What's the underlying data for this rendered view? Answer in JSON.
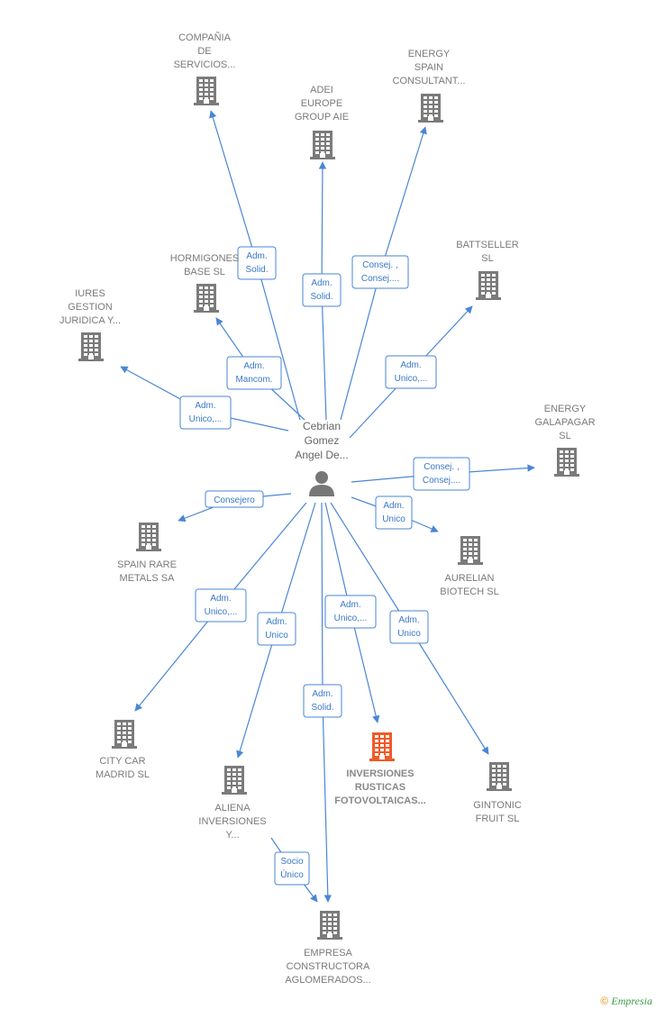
{
  "center": {
    "label_lines": [
      "Cebrian",
      "Gomez",
      "Angel De..."
    ],
    "icon": "person-icon"
  },
  "colors": {
    "edge": "#4a86d4",
    "building": "#7b7b7b",
    "building_focus": "#f05a28",
    "label": "#7a7a7a"
  },
  "nodes": [
    {
      "id": "compania",
      "label_lines": [
        "COMPAÑIA",
        "DE",
        "SERVICIOS..."
      ],
      "focus": false
    },
    {
      "id": "adei",
      "label_lines": [
        "ADEI",
        "EUROPE",
        "GROUP AIE"
      ],
      "focus": false
    },
    {
      "id": "energy_spain",
      "label_lines": [
        "ENERGY",
        "SPAIN",
        "CONSULTANT..."
      ],
      "focus": false
    },
    {
      "id": "hormigones",
      "label_lines": [
        "HORMIGONES",
        "BASE  SL"
      ],
      "focus": false
    },
    {
      "id": "battseller",
      "label_lines": [
        "BATTSELLER",
        "SL"
      ],
      "focus": false
    },
    {
      "id": "iures",
      "label_lines": [
        "IURES",
        "GESTION",
        "JURIDICA Y..."
      ],
      "focus": false
    },
    {
      "id": "energy_galapagar",
      "label_lines": [
        "ENERGY",
        "GALAPAGAR",
        "SL"
      ],
      "focus": false
    },
    {
      "id": "spain_rare",
      "label_lines": [
        "SPAIN RARE",
        "METALS SA"
      ],
      "focus": false
    },
    {
      "id": "aurelian",
      "label_lines": [
        "AURELIAN",
        "BIOTECH  SL"
      ],
      "focus": false
    },
    {
      "id": "city_car",
      "label_lines": [
        "CITY CAR",
        "MADRID SL"
      ],
      "focus": false
    },
    {
      "id": "aliena",
      "label_lines": [
        "ALIENA",
        "INVERSIONES",
        "Y..."
      ],
      "focus": false
    },
    {
      "id": "inversiones",
      "label_lines": [
        "INVERSIONES",
        "RUSTICAS",
        "FOTOVOLTAICAS..."
      ],
      "focus": true
    },
    {
      "id": "gintonic",
      "label_lines": [
        "GINTONIC",
        "FRUIT  SL"
      ],
      "focus": false
    },
    {
      "id": "empresa",
      "label_lines": [
        "EMPRESA",
        "CONSTRUCTORA",
        "AGLOMERADOS..."
      ],
      "focus": false
    }
  ],
  "edges": [
    {
      "to": "compania",
      "label_lines": [
        "Adm.",
        "Solid."
      ]
    },
    {
      "to": "adei",
      "label_lines": [
        "Adm.",
        "Solid."
      ]
    },
    {
      "to": "energy_spain",
      "label_lines": [
        "Consej. ,",
        "Consej...."
      ]
    },
    {
      "to": "hormigones",
      "label_lines": [
        "Adm.",
        "Mancom."
      ]
    },
    {
      "to": "battseller",
      "label_lines": [
        "Adm.",
        "Unico,..."
      ]
    },
    {
      "to": "iures",
      "label_lines": [
        "Adm.",
        "Unico,..."
      ]
    },
    {
      "to": "energy_galapagar",
      "label_lines": [
        "Consej. ,",
        "Consej...."
      ]
    },
    {
      "to": "spain_rare",
      "label_lines": [
        "Consejero"
      ]
    },
    {
      "to": "aurelian",
      "label_lines": [
        "Adm.",
        "Unico"
      ]
    },
    {
      "to": "city_car",
      "label_lines": [
        "Adm.",
        "Unico,..."
      ]
    },
    {
      "to": "aliena",
      "label_lines": [
        "Adm.",
        "Unico"
      ]
    },
    {
      "to": "inversiones",
      "label_lines": [
        "Adm.",
        "Unico,..."
      ]
    },
    {
      "to": "gintonic",
      "label_lines": [
        "Adm.",
        "Unico"
      ]
    },
    {
      "to": "empresa",
      "label_lines": [
        "Adm.",
        "Solid."
      ]
    },
    {
      "from": "aliena",
      "to": "empresa",
      "label_lines": [
        "Socio",
        "Único"
      ]
    }
  ],
  "footer": {
    "copyright": "©",
    "brand_first": "E",
    "brand_rest": "mpresia"
  }
}
